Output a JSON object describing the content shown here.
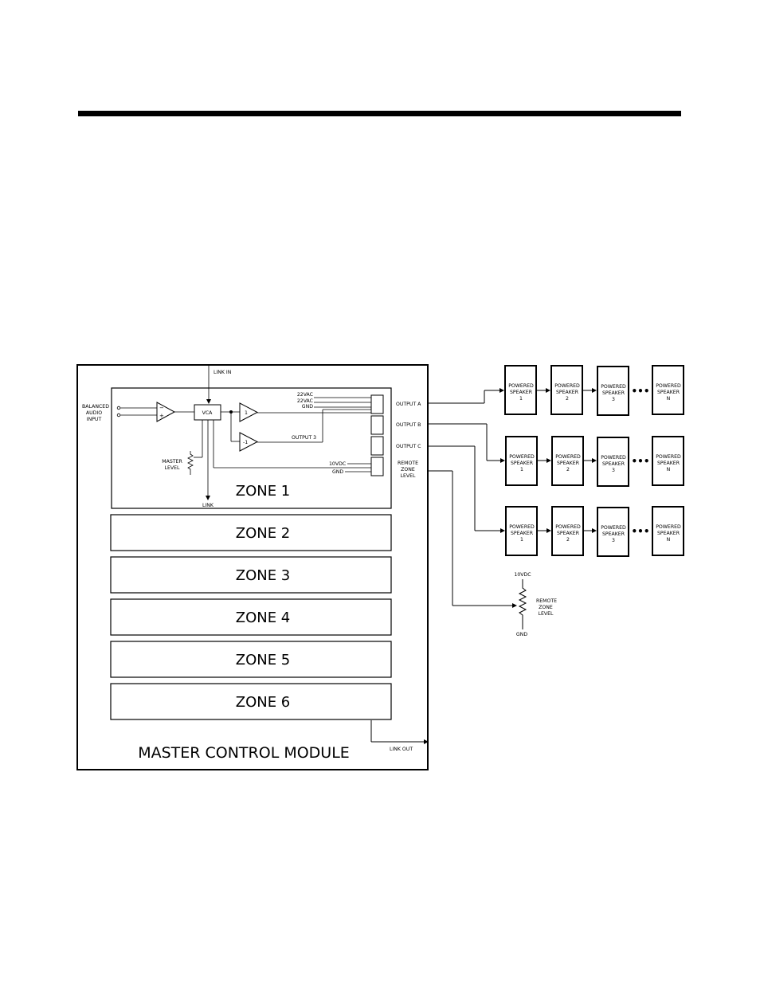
{
  "labels": {
    "link_in": "LINK IN",
    "balanced_input": [
      "BALANCED",
      "AUDIO",
      "INPUT"
    ],
    "vca": "VCA",
    "gain_pos": "1",
    "gain_neg": "-1",
    "v22a": "22VAC",
    "v22b": "22VAC",
    "gnd_top": "GND",
    "output3": "OUTPUT 3",
    "vdc_in": "10VDC",
    "gnd_in": "GND",
    "master_level": [
      "MASTER",
      "LEVEL"
    ],
    "link": "LINK",
    "output_a": "OUTPUT A",
    "output_b": "OUTPUT B",
    "output_c": "OUTPUT C",
    "remote_zone_level": [
      "REMOTE",
      "ZONE",
      "LEVEL"
    ],
    "link_out": "LINK OUT",
    "master_control_module": "MASTER CONTROL MODULE",
    "pot_top": "10VDC",
    "pot_bottom": "GND",
    "pot_label": [
      "REMOTE",
      "ZONE",
      "LEVEL"
    ]
  },
  "zones": [
    "ZONE 1",
    "ZONE 2",
    "ZONE 3",
    "ZONE 4",
    "ZONE 5",
    "ZONE 6"
  ],
  "speaker_rows": [
    [
      [
        "POWERED",
        "SPEAKER",
        "1"
      ],
      [
        "POWERED",
        "SPEAKER",
        "2"
      ],
      [
        "POWERED",
        "SPEAKER",
        "3"
      ],
      [
        "POWERED",
        "SPEAKER",
        "N"
      ]
    ],
    [
      [
        "POWERED",
        "SPEAKER",
        "1"
      ],
      [
        "POWERED",
        "SPEAKER",
        "2"
      ],
      [
        "POWERED",
        "SPEAKER",
        "3"
      ],
      [
        "POWERED",
        "SPEAKER",
        "N"
      ]
    ],
    [
      [
        "POWERED",
        "SPEAKER",
        "1"
      ],
      [
        "POWERED",
        "SPEAKER",
        "2"
      ],
      [
        "POWERED",
        "SPEAKER",
        "3"
      ],
      [
        "POWERED",
        "SPEAKER",
        "N"
      ]
    ]
  ],
  "ellipsis": "•••"
}
